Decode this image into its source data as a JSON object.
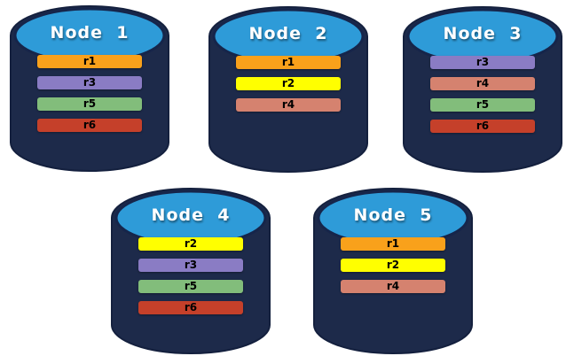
{
  "colors": {
    "cylinder_body": "#1D2A4A",
    "cylinder_top": "#2E9BD8",
    "replica_r1": "#F9A11B",
    "replica_r2": "#FFFF00",
    "replica_r3": "#8A7CC4",
    "replica_r4": "#D5826F",
    "replica_r5": "#82BD7B",
    "replica_r6": "#C5402A"
  },
  "nodes": [
    {
      "label": "Node  1",
      "replicas": [
        {
          "label": "r1",
          "color": "#F9A11B"
        },
        {
          "label": "r3",
          "color": "#8A7CC4"
        },
        {
          "label": "r5",
          "color": "#82BD7B"
        },
        {
          "label": "r6",
          "color": "#C5402A"
        }
      ]
    },
    {
      "label": "Node  2",
      "replicas": [
        {
          "label": "r1",
          "color": "#F9A11B"
        },
        {
          "label": "r2",
          "color": "#FFFF00"
        },
        {
          "label": "r4",
          "color": "#D5826F"
        }
      ]
    },
    {
      "label": "Node  3",
      "replicas": [
        {
          "label": "r3",
          "color": "#8A7CC4"
        },
        {
          "label": "r4",
          "color": "#D5826F"
        },
        {
          "label": "r5",
          "color": "#82BD7B"
        },
        {
          "label": "r6",
          "color": "#C5402A"
        }
      ]
    },
    {
      "label": "Node  4",
      "replicas": [
        {
          "label": "r2",
          "color": "#FFFF00"
        },
        {
          "label": "r3",
          "color": "#8A7CC4"
        },
        {
          "label": "r5",
          "color": "#82BD7B"
        },
        {
          "label": "r6",
          "color": "#C5402A"
        }
      ]
    },
    {
      "label": "Node  5",
      "replicas": [
        {
          "label": "r1",
          "color": "#F9A11B"
        },
        {
          "label": "r2",
          "color": "#FFFF00"
        },
        {
          "label": "r4",
          "color": "#D5826F"
        }
      ]
    }
  ]
}
